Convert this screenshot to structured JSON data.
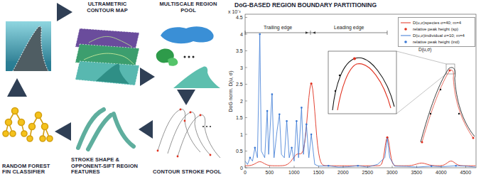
{
  "diagram": {
    "nodes": [
      {
        "text": [
          "ULTRAMETRIC CONTOUR MAP"
        ]
      },
      {
        "text": [
          "MULTISCALE REGION POOL"
        ]
      },
      {
        "text": [
          "RANDOM FOREST FIN CLASSIFIER"
        ]
      },
      {
        "text": [
          "STROKE SHAPE & OPPONENT-SIFT REGION FEATURES"
        ]
      },
      {
        "text": [
          "CONTOUR STROKE POOL"
        ]
      }
    ],
    "edges": [
      {
        "from": 0,
        "to": 1,
        "arrow": "to"
      },
      {
        "from": 1,
        "to": 4,
        "arrow": "to"
      },
      {
        "from": 4,
        "to": 3,
        "arrow": "to"
      },
      {
        "from": 3,
        "to": 2,
        "arrow": "to"
      }
    ],
    "labels": [
      "DoG-BASED REGION BOUNDARY PARTITIONING",
      "x 10⁻³",
      "DoG norm. D(u, σ)",
      "0",
      "0.5",
      "1",
      "1.5",
      "2",
      "2.5",
      "3",
      "3.5",
      "4",
      "4.5",
      "0",
      "500",
      "1000",
      "1500",
      "2000",
      "2500",
      "3000",
      "3500",
      "4000",
      "4500",
      "Trailing edge",
      "Leading edge",
      "D(u,σ)"
    ],
    "legend": [
      {
        "text": "D(u,σ)species σ=40; m=4"
      },
      {
        "text": "relative peak height (sp)"
      },
      {
        "text": "D(u,σ)individual σ=10; m=4"
      },
      {
        "text": "relative peak height (ind)"
      }
    ]
  }
}
